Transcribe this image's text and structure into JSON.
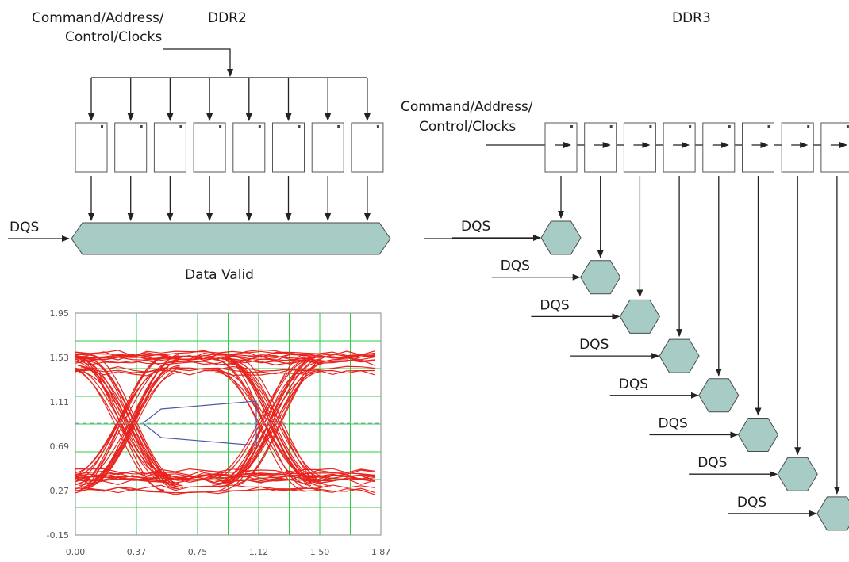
{
  "ddr2": {
    "title": "DDR2",
    "cmd_line1": "Command/Address/",
    "cmd_line2": "Control/Clocks",
    "dqs": "DQS",
    "data_valid": "Data Valid",
    "chip_count": 8
  },
  "ddr3": {
    "title": "DDR3",
    "cmd_line1": "Command/Address/",
    "cmd_line2": "Control/Clocks",
    "dqs_labels": [
      "DQS",
      "DQS",
      "DQS",
      "DQS",
      "DQS",
      "DQS",
      "DQS",
      "DQS"
    ],
    "chip_count": 8
  },
  "eye": {
    "y_ticks": [
      "1.95",
      "1.53",
      "1.11",
      "0.69",
      "0.27",
      "-0.15"
    ],
    "x_ticks": [
      "0.00",
      "0.37",
      "0.75",
      "1.12",
      "1.50",
      "1.87"
    ]
  },
  "colors": {
    "hex_fill": "#a7cbc5",
    "trace": "#e8231e",
    "grid": "#2ecc40"
  }
}
